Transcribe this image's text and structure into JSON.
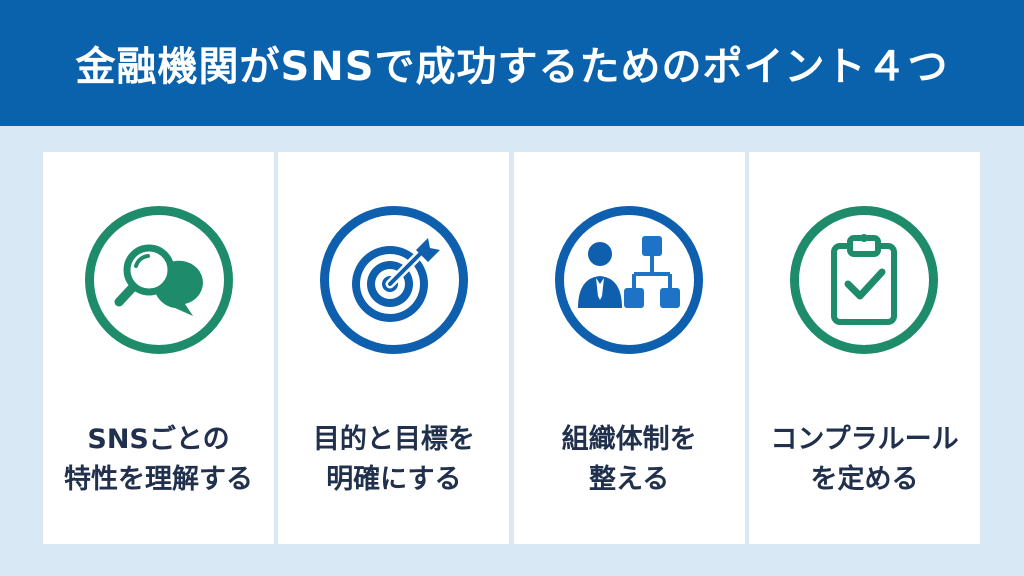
{
  "header": {
    "title": "金融機関がSNSで成功するためのポイント４つ"
  },
  "colors": {
    "header_bg": "#0a62ad",
    "page_bg": "#d8e8f5",
    "green": "#1e8c6b",
    "blue": "#0e5fae",
    "text": "#20304d"
  },
  "cards": [
    {
      "icon": "magnifier-chat-icon",
      "line1": "SNSごとの",
      "line2": "特性を理解する"
    },
    {
      "icon": "target-arrow-icon",
      "line1": "目的と目標を",
      "line2": "明確にする"
    },
    {
      "icon": "organization-chart-icon",
      "line1": "組織体制を",
      "line2": "整える"
    },
    {
      "icon": "clipboard-check-icon",
      "line1": "コンプラルール",
      "line2": "を定める"
    }
  ]
}
